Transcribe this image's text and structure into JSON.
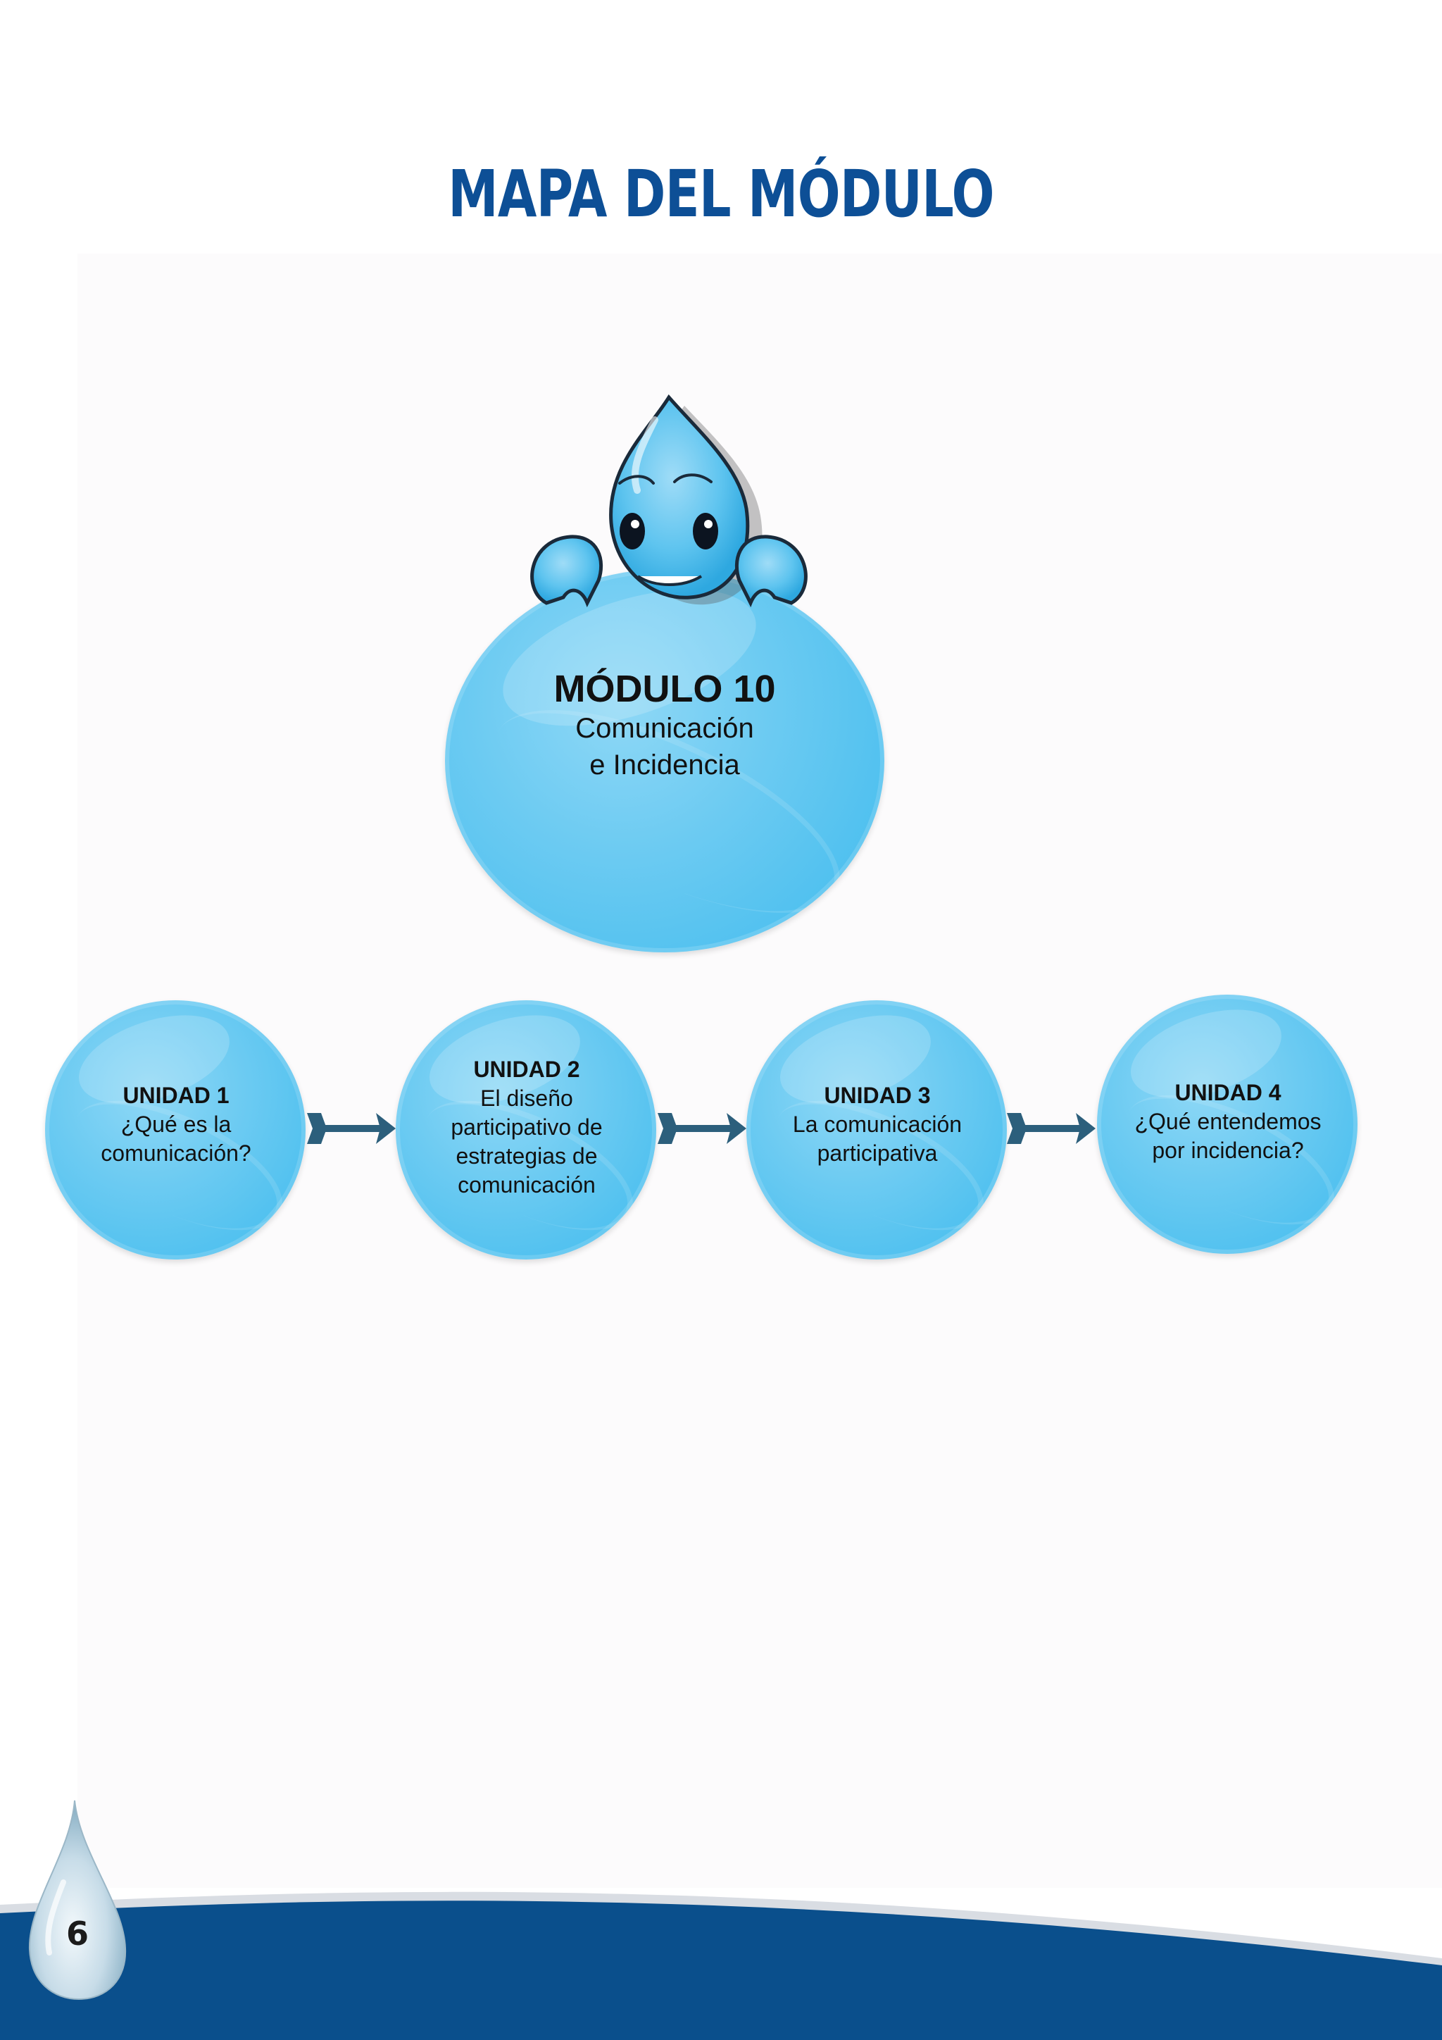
{
  "title": "MAPA DEL MÓDULO",
  "module": {
    "title": "MÓDULO 10",
    "subtitle_line1": "Comunicación",
    "subtitle_line2": "e Incidencia"
  },
  "units": [
    {
      "title": "UNIDAD 1",
      "lines": [
        "¿Qué es la",
        "comunicación?"
      ]
    },
    {
      "title": "UNIDAD 2",
      "lines": [
        "El diseño",
        "participativo de",
        "estrategias de",
        "comunicación"
      ]
    },
    {
      "title": "UNIDAD 3",
      "lines": [
        "La comunicación",
        "participativa"
      ]
    },
    {
      "title": "UNIDAD 4",
      "lines": [
        "¿Qué entendemos",
        "por incidencia?"
      ]
    }
  ],
  "page_number": "6",
  "colors": {
    "title": "#0d4f96",
    "bubble": "#4ec0ef",
    "arrow": "#2c5f7c",
    "footer": "#0a4f8c"
  },
  "icons": {
    "mascot": "water-drop-mascot-icon",
    "arrow": "arrow-right-icon",
    "page_drop": "water-drop-icon"
  }
}
